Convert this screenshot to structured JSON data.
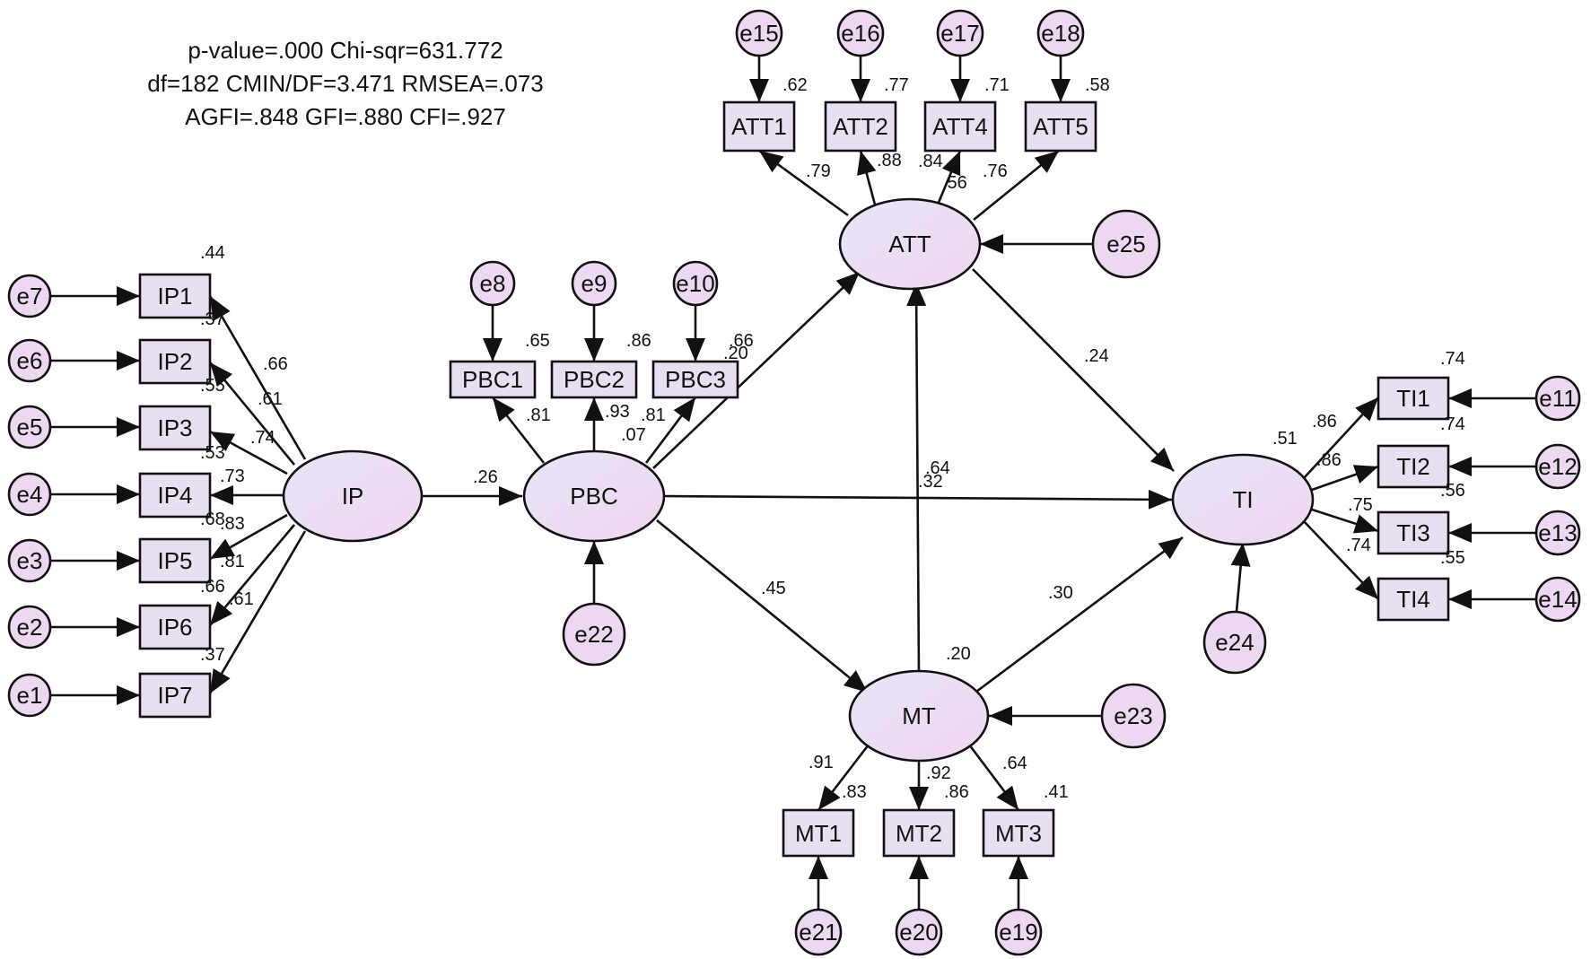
{
  "fit": {
    "line1": "p-value=.000 Chi-sqr=631.772",
    "line2": "df=182 CMIN/DF=3.471 RMSEA=.073",
    "line3": "AGFI=.848 GFI=.880 CFI=.927"
  },
  "latents": {
    "IP": "IP",
    "PBC": "PBC",
    "ATT": "ATT",
    "MT": "MT",
    "TI": "TI"
  },
  "indicators": {
    "IP1": "IP1",
    "IP2": "IP2",
    "IP3": "IP3",
    "IP4": "IP4",
    "IP5": "IP5",
    "IP6": "IP6",
    "IP7": "IP7",
    "PBC1": "PBC1",
    "PBC2": "PBC2",
    "PBC3": "PBC3",
    "ATT1": "ATT1",
    "ATT2": "ATT2",
    "ATT4": "ATT4",
    "ATT5": "ATT5",
    "TI1": "TI1",
    "TI2": "TI2",
    "TI3": "TI3",
    "TI4": "TI4",
    "MT1": "MT1",
    "MT2": "MT2",
    "MT3": "MT3"
  },
  "errors": {
    "e1": "e1",
    "e2": "e2",
    "e3": "e3",
    "e4": "e4",
    "e5": "e5",
    "e6": "e6",
    "e7": "e7",
    "e8": "e8",
    "e9": "e9",
    "e10": "e10",
    "e11": "e11",
    "e12": "e12",
    "e13": "e13",
    "e14": "e14",
    "e15": "e15",
    "e16": "e16",
    "e17": "e17",
    "e18": "e18",
    "e19": "e19",
    "e20": "e20",
    "e21": "e21",
    "e22": "e22",
    "e23": "e23",
    "e24": "e24",
    "e25": "e25"
  },
  "coefficients": {
    "ip_r2": [
      ".44",
      ".37",
      ".55",
      ".53",
      ".68",
      ".66",
      ".37"
    ],
    "ip_loadings": [
      ".66",
      ".61",
      ".74",
      ".73",
      ".83",
      ".81",
      ".61"
    ],
    "pbc_r2": [
      ".65",
      ".86",
      ".66"
    ],
    "pbc_loadings": [
      ".81",
      ".93",
      ".81"
    ],
    "att_r2": [
      ".62",
      ".77",
      ".71",
      ".58"
    ],
    "att_loadings": [
      ".79",
      ".88",
      ".84",
      ".76"
    ],
    "ti_r2": [
      ".74",
      ".74",
      ".56",
      ".55"
    ],
    "ti_loadings": [
      ".86",
      ".86",
      ".75",
      ".74"
    ],
    "mt_r2": [
      ".83",
      ".86",
      ".41"
    ],
    "mt_loadings": [
      ".91",
      ".92",
      ".64"
    ],
    "r2_pbc": ".07",
    "r2_att": ".56",
    "r2_mt": ".20",
    "r2_ti": ".51",
    "path_ip_pbc": ".26",
    "path_pbc_att": ".20",
    "path_pbc_ti": ".32",
    "path_pbc_mt": ".45",
    "path_mt_att": ".64",
    "path_att_ti": ".24",
    "path_mt_ti": ".30"
  }
}
